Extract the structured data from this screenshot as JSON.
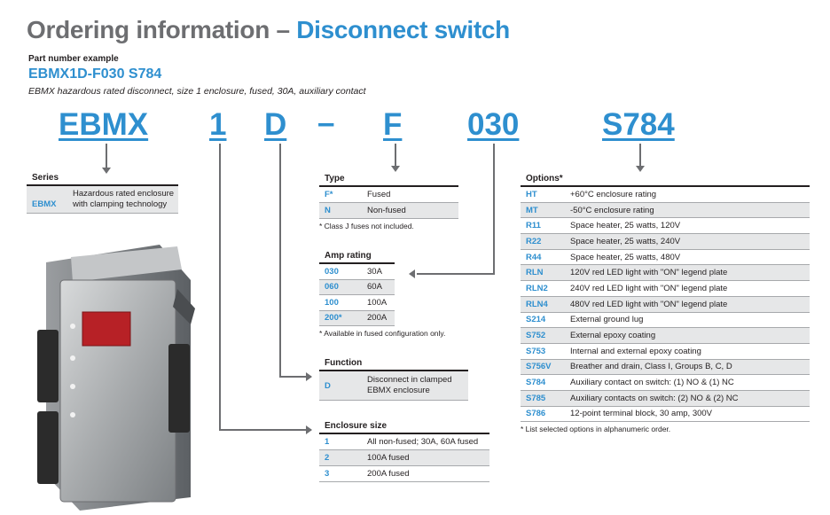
{
  "header": {
    "title_prefix": "Ordering information – ",
    "title_accent": "Disconnect switch",
    "part_number_label": "Part number example",
    "part_number": "EBMX1D-F030 S784",
    "description": "EBMX hazardous rated disconnect, size 1 enclosure, fused, 30A, auxiliary contact"
  },
  "code_segments": [
    "EBMX",
    "1",
    "D",
    "–",
    "F",
    "030",
    "S784"
  ],
  "series": {
    "title": "Series",
    "rows": [
      {
        "code": "EBMX",
        "desc": "Hazardous rated enclosure with clamping technology"
      }
    ]
  },
  "type": {
    "title": "Type",
    "rows": [
      {
        "code": "F*",
        "desc": "Fused"
      },
      {
        "code": "N",
        "desc": "Non-fused"
      }
    ],
    "note": "* Class J fuses not included."
  },
  "amp_rating": {
    "title": "Amp rating",
    "rows": [
      {
        "code": "030",
        "desc": "30A"
      },
      {
        "code": "060",
        "desc": "60A"
      },
      {
        "code": "100",
        "desc": "100A"
      },
      {
        "code": "200*",
        "desc": "200A"
      }
    ],
    "note": "* Available in fused configuration only."
  },
  "function": {
    "title": "Function",
    "rows": [
      {
        "code": "D",
        "desc": "Disconnect in clamped EBMX enclosure"
      }
    ]
  },
  "enclosure_size": {
    "title": "Enclosure size",
    "rows": [
      {
        "code": "1",
        "desc": "All non-fused; 30A, 60A fused"
      },
      {
        "code": "2",
        "desc": "100A fused"
      },
      {
        "code": "3",
        "desc": "200A fused"
      }
    ]
  },
  "options": {
    "title": "Options*",
    "rows": [
      {
        "code": "HT",
        "desc": "+60°C enclosure rating"
      },
      {
        "code": "MT",
        "desc": "-50°C enclosure rating"
      },
      {
        "code": "R11",
        "desc": "Space heater, 25 watts, 120V"
      },
      {
        "code": "R22",
        "desc": "Space heater, 25 watts, 240V"
      },
      {
        "code": "R44",
        "desc": "Space heater, 25 watts, 480V"
      },
      {
        "code": "RLN",
        "desc": "120V red LED light with \"ON\" legend plate"
      },
      {
        "code": "RLN2",
        "desc": "240V red LED light with \"ON\" legend plate"
      },
      {
        "code": "RLN4",
        "desc": "480V red LED light with \"ON\" legend plate"
      },
      {
        "code": "S214",
        "desc": "External ground lug"
      },
      {
        "code": "S752",
        "desc": "External epoxy coating"
      },
      {
        "code": "S753",
        "desc": "Internal and external epoxy coating"
      },
      {
        "code": "S756V",
        "desc": "Breather and drain, Class I, Groups B, C, D"
      },
      {
        "code": "S784",
        "desc": "Auxiliary contact on switch: (1) NO & (1) NC"
      },
      {
        "code": "S785",
        "desc": "Auxiliary contacts on switch: (2) NO & (2) NC"
      },
      {
        "code": "S786",
        "desc": "12-point terminal block, 30 amp, 300V"
      }
    ],
    "note": "* List selected options in alphanumeric order."
  },
  "colors": {
    "accent": "#2e8fcf",
    "title_gray": "#6d6e71",
    "row_shade": "#e6e7e8"
  }
}
